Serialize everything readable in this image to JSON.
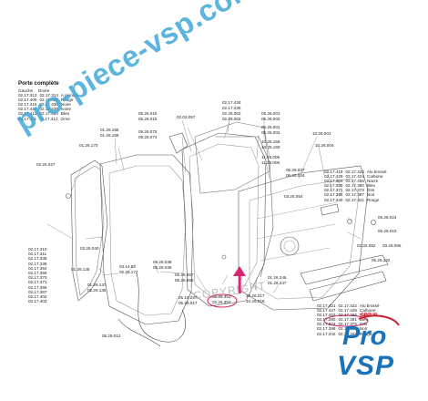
{
  "title": "Porte complète",
  "porte_table": {
    "headers": [
      "Gauche",
      "Droite"
    ],
    "rows": [
      [
        "02.17.313",
        "02.17.314",
        "A peindre"
      ],
      [
        "02.17.409",
        "02.17.433",
        "Rouge"
      ],
      [
        "02.17.416",
        "02.17.436",
        "Noire"
      ],
      [
        "02.17.417",
        "02.17.438",
        "Ivoire"
      ],
      [
        "02.17.413",
        "02.17.434",
        "Bleu"
      ],
      [
        "02.17.411",
        "02.17.412",
        "Orne"
      ]
    ]
  },
  "color_table_1": {
    "rows": [
      [
        "02.17.419",
        "02.17.423",
        "Alu brossé"
      ],
      [
        "02.17.429",
        "02.17.424",
        "Carbone"
      ],
      [
        "02.17.464",
        "02.17.455",
        "Nacré"
      ],
      [
        "02.17.380",
        "02.17.380",
        "Bleu"
      ],
      [
        "02.17.372",
        "02.17.373",
        "Gris"
      ],
      [
        "02.17.396",
        "02.17.397",
        "Noir"
      ],
      [
        "02.17.340",
        "02.17.341",
        "Rouge"
      ]
    ]
  },
  "color_table_2": {
    "rows": [
      [
        "02.17.421",
        "02.17.422",
        "Alu brossé"
      ],
      [
        "02.17.427",
        "02.17.428",
        "Carbone"
      ],
      [
        "02.17.463",
        "02.17.466",
        "Nacré"
      ],
      [
        "02.17.390",
        "02.17.391",
        "Bleu"
      ],
      [
        "02.17.374",
        "02.17.375",
        "Gris"
      ],
      [
        "02.17.398",
        "02.17.399",
        "Noir"
      ],
      [
        "02.17.342",
        "02.17.343",
        "Rouge"
      ]
    ]
  },
  "part_labels": {
    "a": "02.26.027",
    "b1": "01.26.155",
    "b2": "01.26.156",
    "c": "01.26.170",
    "d1": "05.26.016",
    "d2": "05.26.015",
    "e1": "05.26.075",
    "e2": "05.26.074",
    "f": "02.02.057",
    "g1": "02.17.434",
    "g2": "02.17.435",
    "g3": "02.26.062",
    "g4": "02.26.063",
    "h1": "05.26.001",
    "h2": "05.26.002",
    "i1": "05.26.001",
    "i2": "05.26.002",
    "j1": "10.26.158",
    "j2": "10.26.160",
    "k1": "11.26.005",
    "k2": "11.26.006",
    "l": "10.26.001",
    "m": "10.26.004",
    "n1": "06.26.037",
    "n2": "06.26.034",
    "o": "03.26.054",
    "p": "05.26.024",
    "q": "06.26.010",
    "r1": "02.32.052",
    "r2": "03.26.055",
    "s": "05.26.142",
    "t1": "02.17.310",
    "t2": "02.17.311",
    "t3": "02.17.338",
    "t4": "02.17.339",
    "t5": "02.17.354",
    "t6": "02.17.355",
    "t7": "02.17.370",
    "t8": "02.17.371",
    "t9": "02.17.386",
    "t10": "02.17.387",
    "t11": "02.17.402",
    "t12": "02.17.403",
    "u": "03.26.040",
    "v": "01.26.125",
    "w1": "01.26.137",
    "w2": "01.26.136",
    "x": "05.26.012",
    "y1": "03.14.53",
    "y2": "02.26.172",
    "z1": "05.26.038",
    "z2": "05.26.039",
    "aa1": "05.26.067",
    "aa2": "05.26.069",
    "ab1": "05.16.027",
    "ab2": "05.26.017",
    "ac1": "02.26.351",
    "ac2": "02.26.352",
    "ad1": "10.26.017",
    "ad2": "10.26.018",
    "ae1": "01.26.246",
    "ae2": "01.26.247"
  },
  "watermark": "pro-piece-vsp.com",
  "copyright": "COPYRIGHT",
  "logo": {
    "group": "GROUP",
    "line1": "Pro",
    "line2": "VSP"
  },
  "colors": {
    "watermark": "#3aa6d6",
    "logo_blue": "#1a72b8",
    "highlight": "#d9256d"
  }
}
